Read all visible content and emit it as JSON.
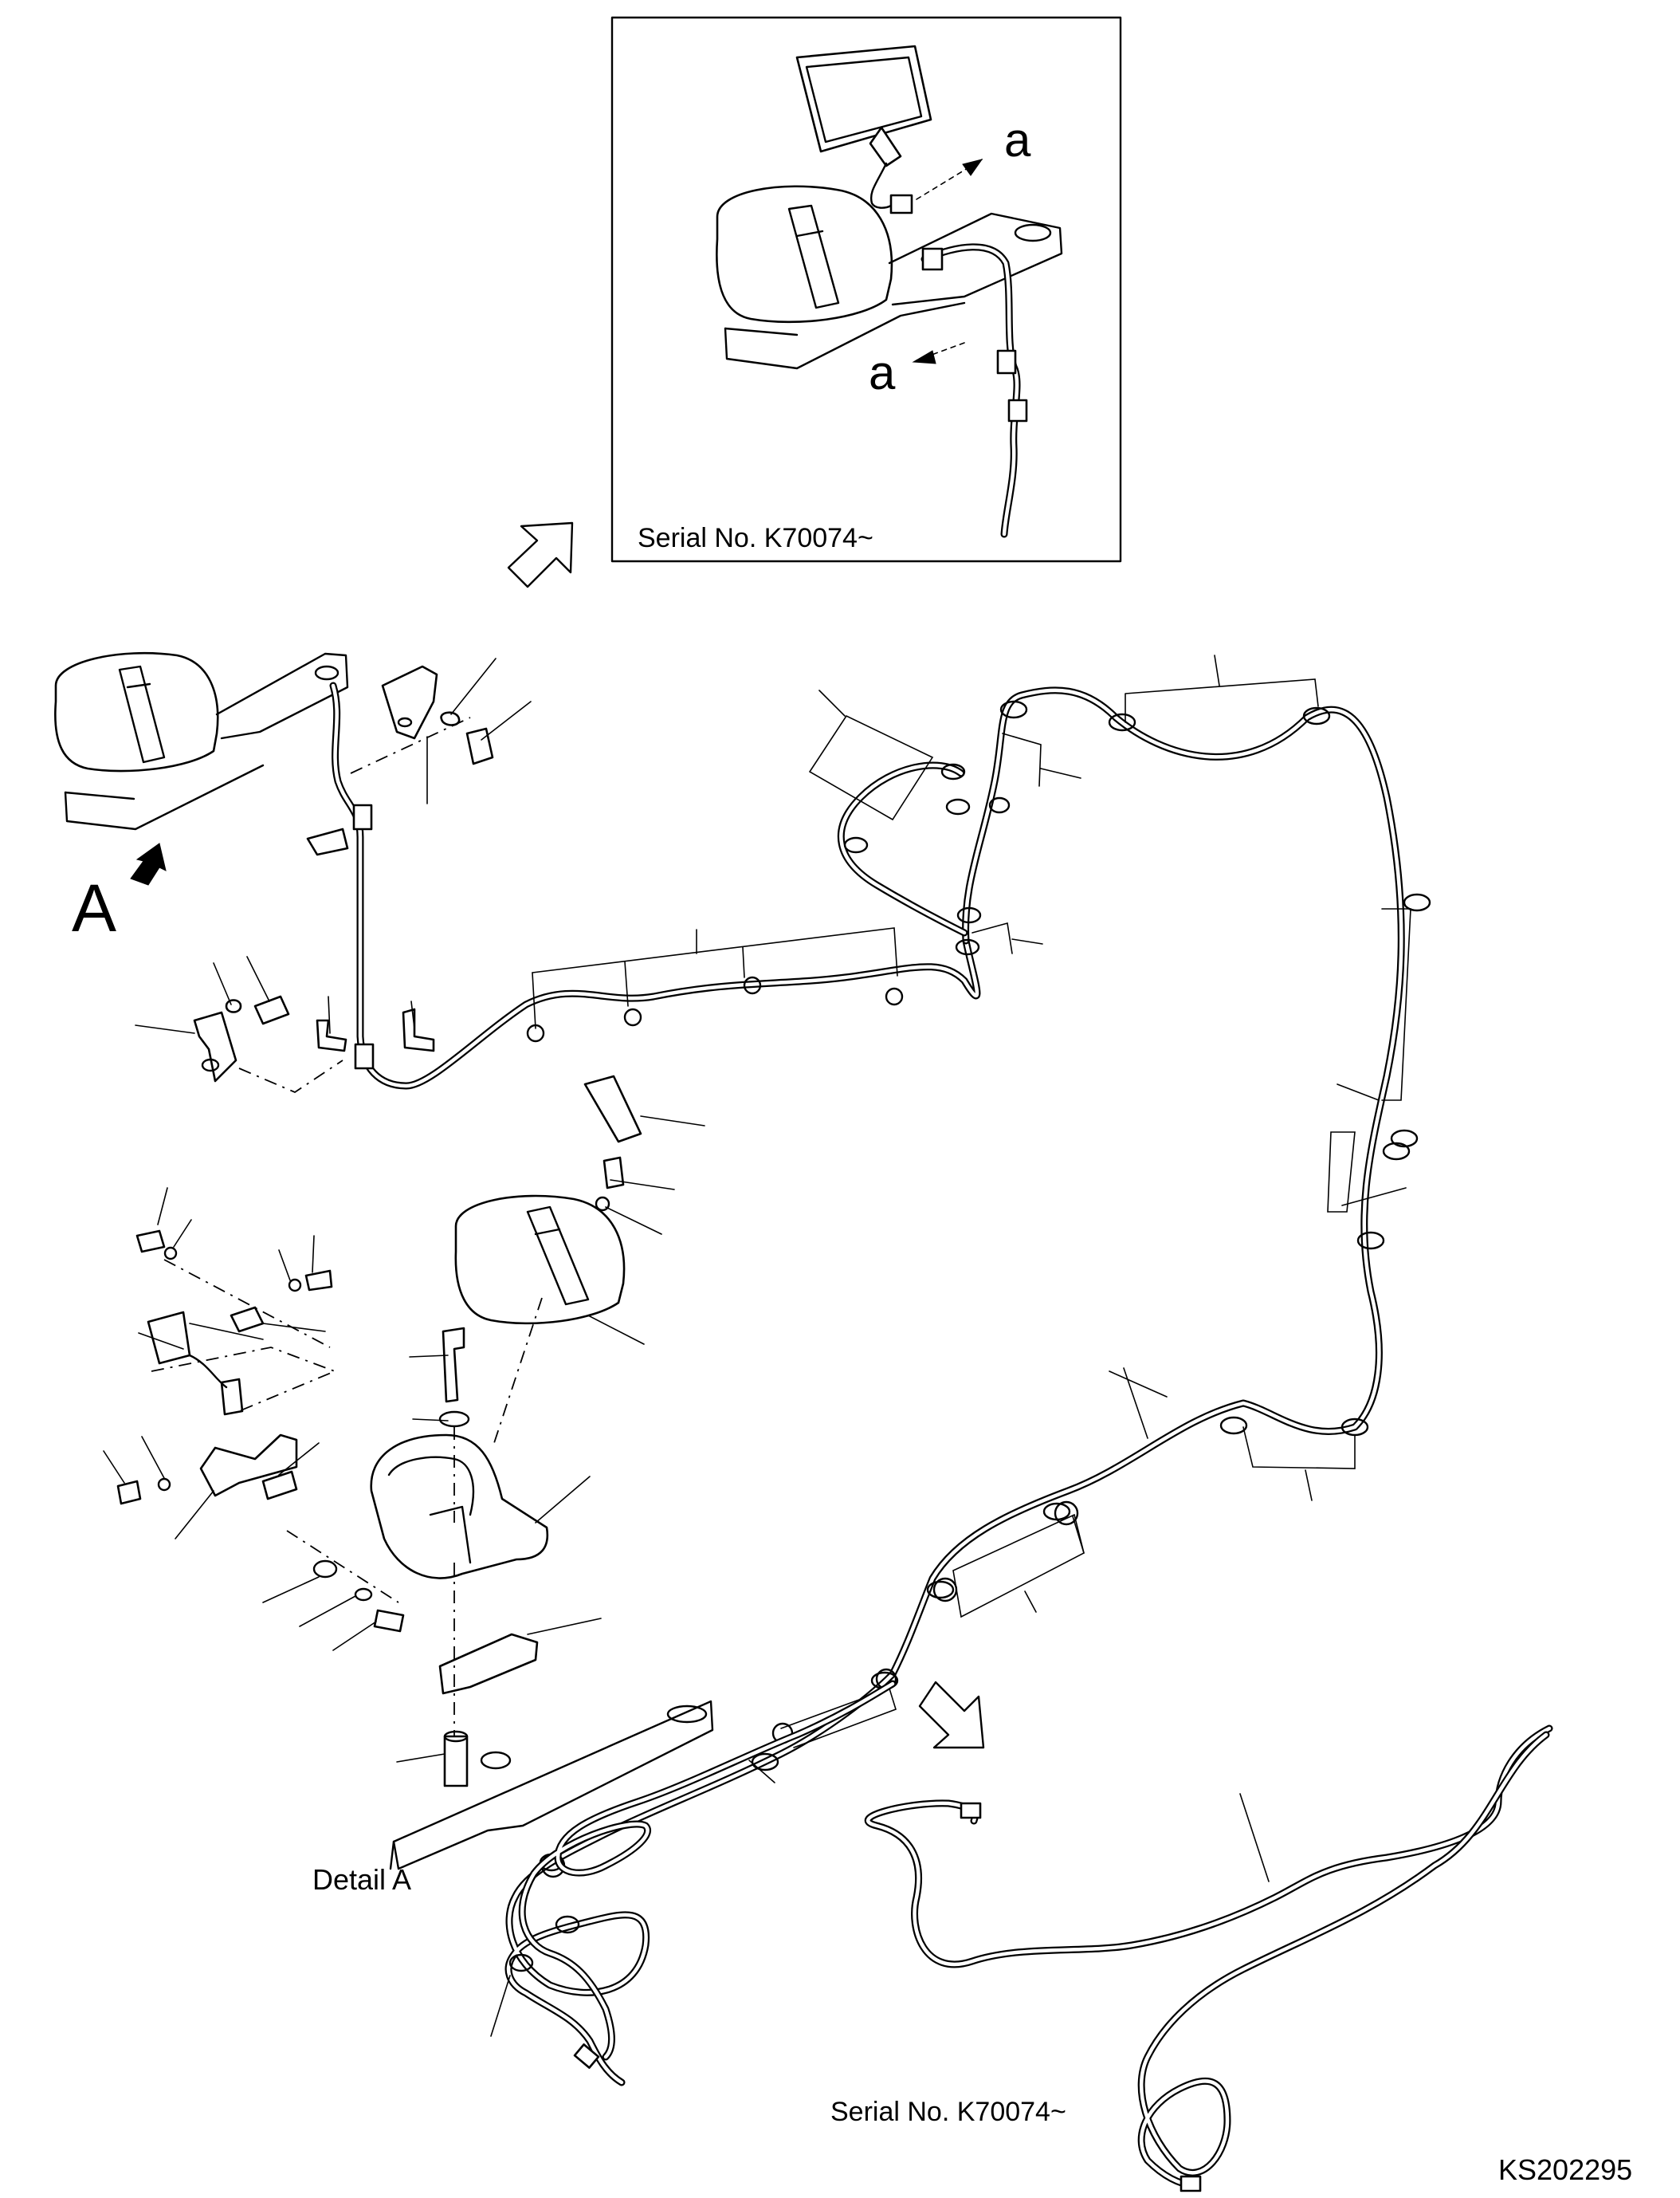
{
  "inset": {
    "label_a_upper": "a",
    "label_a_lower": "a",
    "serial": "Serial No. K70074~"
  },
  "view_marker": "A",
  "detail_label": "Detail A",
  "lower_serial": "Serial No. K70074~",
  "drawing_code": "KS202295",
  "icons": {
    "view_arrow": "arrow-up-right-icon",
    "view_direction": "arrow-solid-icon",
    "continuation_arrow": "arrow-down-left-icon"
  }
}
